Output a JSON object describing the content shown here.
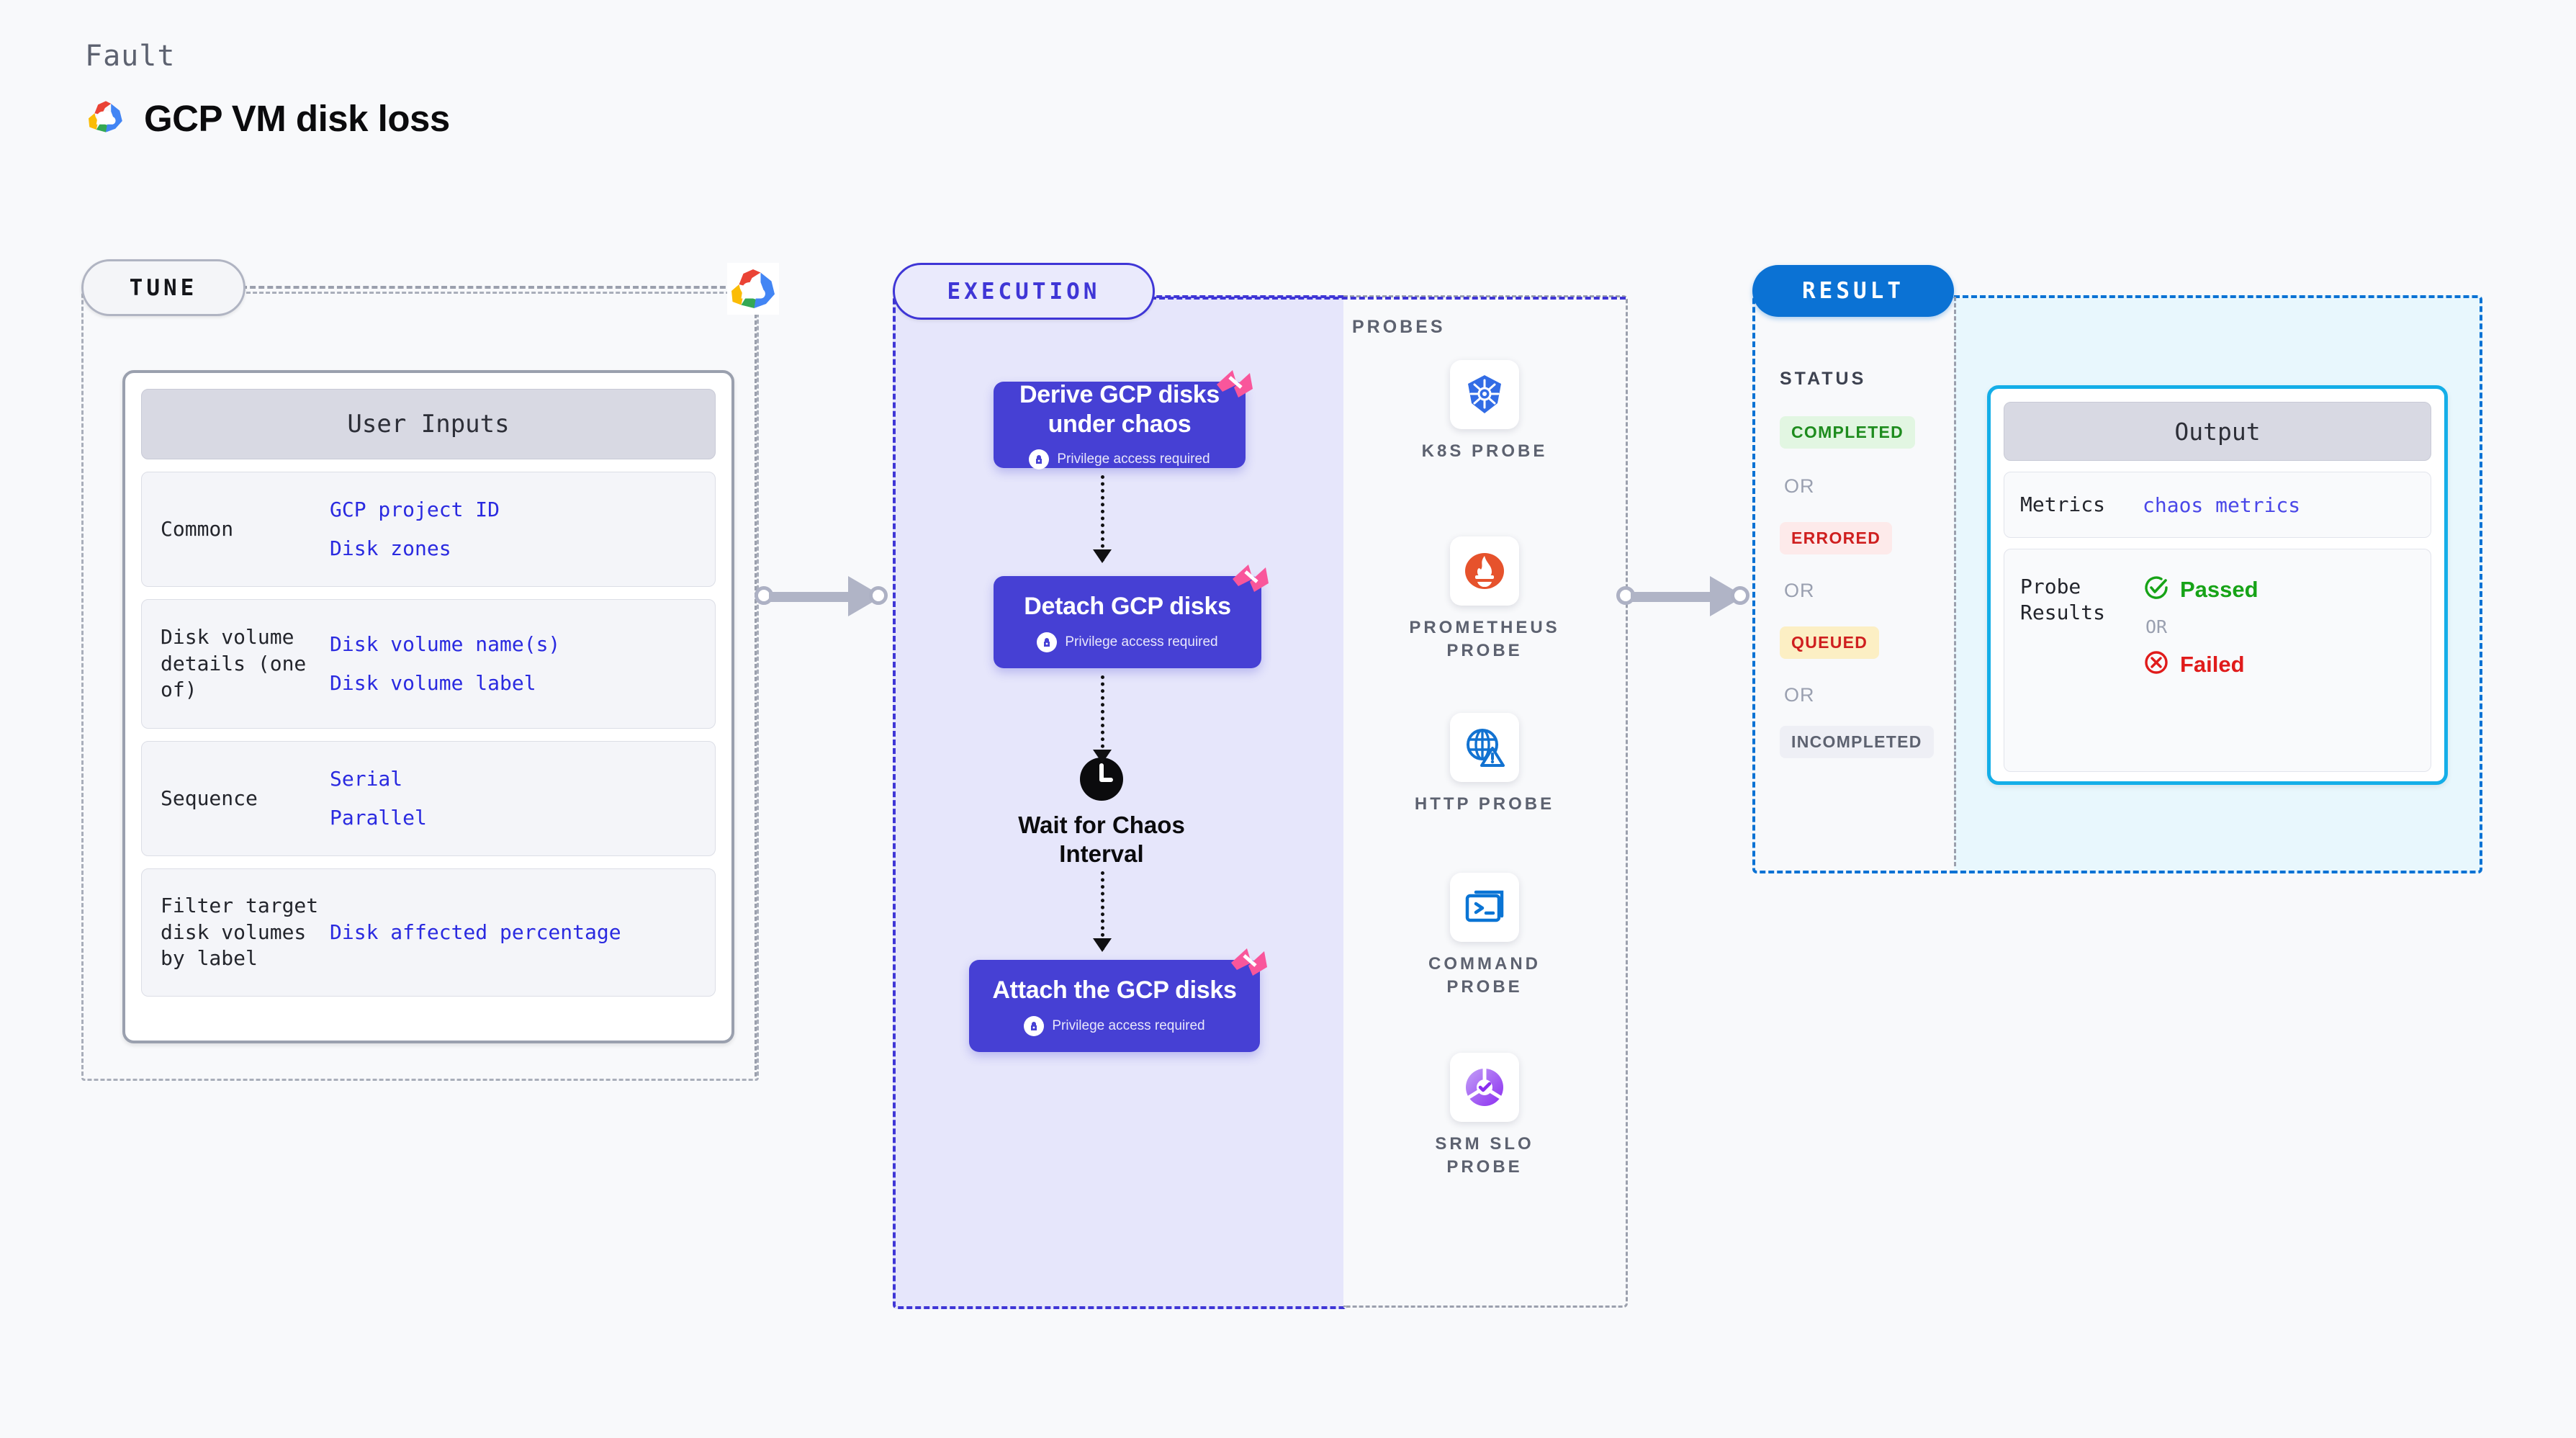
{
  "header": {
    "kicker": "Fault",
    "title": "GCP VM disk loss",
    "logo_icon": "gcp-logo-icon"
  },
  "tune": {
    "badge": "TUNE",
    "provider_icon": "gcp-logo-icon",
    "card_title": "User Inputs",
    "rows": [
      {
        "key": "Common",
        "values": [
          "GCP project ID",
          "Disk zones"
        ]
      },
      {
        "key": "Disk volume details (one of)",
        "values": [
          "Disk volume name(s)",
          "Disk volume label"
        ]
      },
      {
        "key": "Sequence",
        "values": [
          "Serial",
          "Parallel"
        ]
      },
      {
        "key": "Filter target disk volumes by label",
        "values": [
          "Disk affected percentage"
        ]
      }
    ]
  },
  "execution": {
    "badge": "EXECUTION",
    "nodes": [
      {
        "title": "Derive GCP disks under chaos",
        "sub": "Privilege access required",
        "icon": "lock-icon",
        "ribbon_icon": "harness-ribbon-icon"
      },
      {
        "title": "Detach GCP disks",
        "sub": "Privilege access required",
        "icon": "lock-icon",
        "ribbon_icon": "harness-ribbon-icon"
      },
      {
        "title": "Attach the GCP disks",
        "sub": "Privilege access required",
        "icon": "lock-icon",
        "ribbon_icon": "harness-ribbon-icon"
      }
    ],
    "wait_node": {
      "label": "Wait for Chaos Interval",
      "icon": "clock-icon"
    }
  },
  "probes": {
    "heading": "PROBES",
    "items": [
      {
        "label": "K8S PROBE",
        "icon": "kubernetes-icon"
      },
      {
        "label": "PROMETHEUS PROBE",
        "icon": "prometheus-icon"
      },
      {
        "label": "HTTP PROBE",
        "icon": "globe-warning-icon"
      },
      {
        "label": "COMMAND PROBE",
        "icon": "terminal-icon"
      },
      {
        "label": "SRM SLO PROBE",
        "icon": "srm-slo-icon"
      }
    ]
  },
  "result": {
    "badge": "RESULT",
    "status_heading": "STATUS",
    "or_text": "OR",
    "statuses": [
      {
        "label": "COMPLETED",
        "color": "#1e8c1e",
        "bg": "#e2f6e2"
      },
      {
        "label": "ERRORED",
        "color": "#cf1f1f",
        "bg": "#fdeaea"
      },
      {
        "label": "QUEUED",
        "color": "#cf1f1f",
        "bg": "#fcefc4"
      },
      {
        "label": "INCOMPLETED",
        "color": "#5d6270",
        "bg": "#eeeff5"
      }
    ],
    "output": {
      "title": "Output",
      "metrics_key": "Metrics",
      "metrics_value": "chaos metrics",
      "probe_results_key": "Probe Results",
      "passed_label": "Passed",
      "failed_label": "Failed",
      "or_text": "OR",
      "passed_icon": "check-circle-icon",
      "failed_icon": "x-circle-icon"
    }
  },
  "colors": {
    "execution_node": "#4640d4",
    "execution_border": "#3f36d6",
    "result_accent": "#0b72d4",
    "output_border": "#14aee8",
    "link": "#2a2ae0",
    "ribbon": "#f9569b"
  }
}
